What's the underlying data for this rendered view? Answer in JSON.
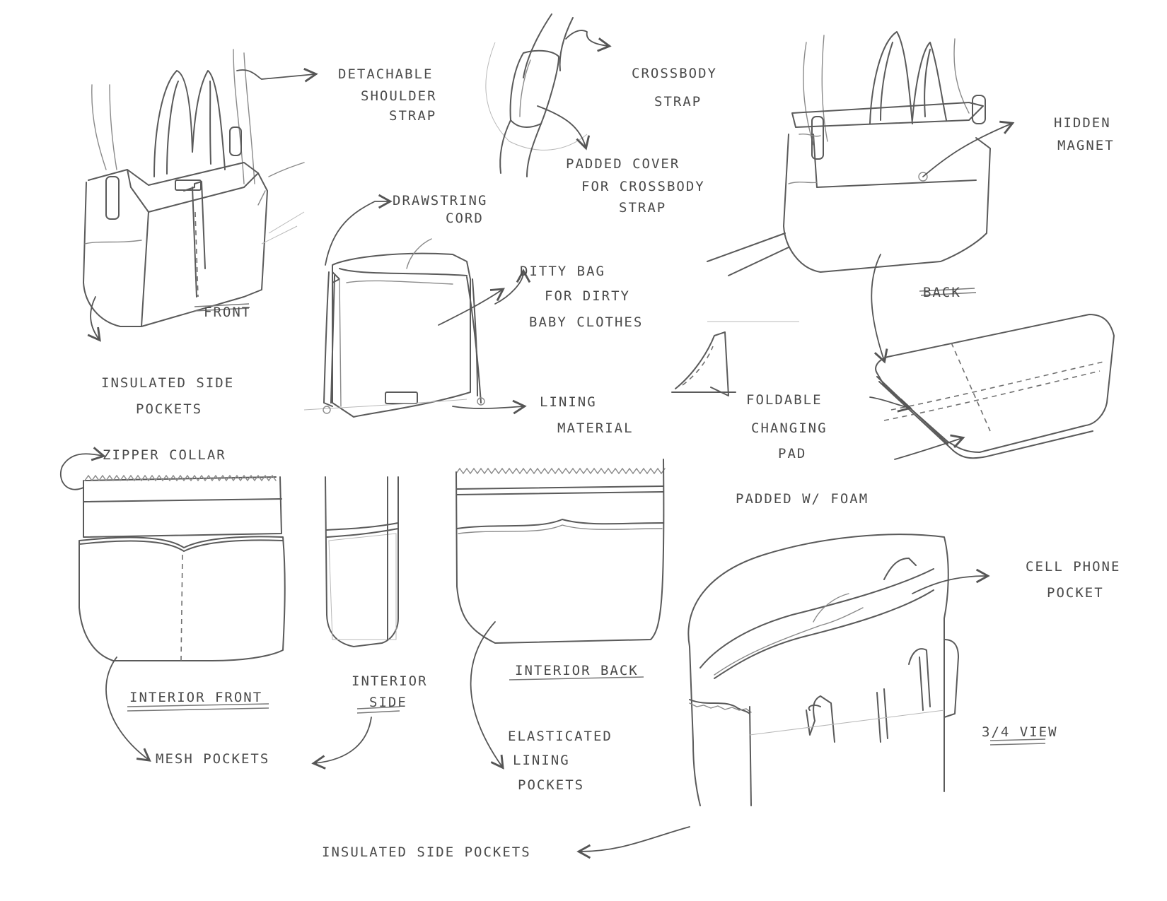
{
  "labels": {
    "detachable_shoulder_strap": [
      "DETACHABLE",
      "SHOULDER",
      "STRAP"
    ],
    "crossbody_strap": [
      "CROSSBODY",
      "STRAP"
    ],
    "padded_cover": [
      "PADDED COVER",
      "FOR CROSSBODY",
      "STRAP"
    ],
    "hidden_magnet": [
      "HIDDEN",
      "MAGNET"
    ],
    "drawstring_cord": [
      "DRAWSTRING",
      "CORD"
    ],
    "ditty_bag": [
      "DITTY BAG",
      "FOR DIRTY",
      "BABY CLOTHES"
    ],
    "front": "FRONT",
    "back": "BACK",
    "insulated_side_pockets_top": [
      "INSULATED SIDE",
      "POCKETS"
    ],
    "lining_material": [
      "LINING",
      "MATERIAL"
    ],
    "foldable_changing_pad": [
      "FOLDABLE",
      "CHANGING",
      "PAD"
    ],
    "padded_foam": "PADDED W/ FOAM",
    "zipper_collar": "ZIPPER COLLAR",
    "interior_front": "INTERIOR FRONT",
    "interior_side": [
      "INTERIOR",
      "SIDE"
    ],
    "interior_back": "INTERIOR BACK",
    "mesh_pockets": "MESH POCKETS",
    "elasticated_lining_pockets": [
      "ELASTICATED",
      "LINING",
      "POCKETS"
    ],
    "cell_phone_pocket": [
      "CELL PHONE",
      "POCKET"
    ],
    "three_quarter_view": "3/4 VIEW",
    "insulated_side_pockets_bottom": "INSULATED SIDE POCKETS"
  }
}
